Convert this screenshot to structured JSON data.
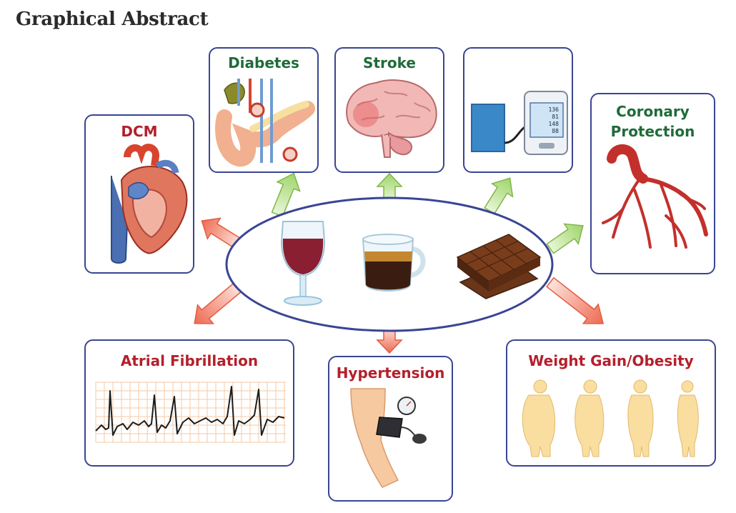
{
  "heading": "Graphical Abstract",
  "colors": {
    "box_border": "#3a4593",
    "protective_label": "#1f6b3a",
    "harmful_label": "#b4202c",
    "protective_arrow": "#b5df8a",
    "harmful_arrow": "#f2856f"
  },
  "center": {
    "items": [
      "wine-glass-icon",
      "coffee-cup-icon",
      "chocolate-icon"
    ]
  },
  "protective": {
    "diabetes": "Diabetes",
    "stroke": "Stroke",
    "blood_pressure_monitor": "",
    "coronary_line1": "Coronary",
    "coronary_line2": "Protection"
  },
  "harmful": {
    "dcm": "DCM",
    "atrial_fibrillation": "Atrial Fibrillation",
    "hypertension": "Hypertension",
    "weight_gain": "Weight Gain/Obesity"
  },
  "monitor_readings": [
    "136",
    "81",
    "148",
    "88"
  ]
}
